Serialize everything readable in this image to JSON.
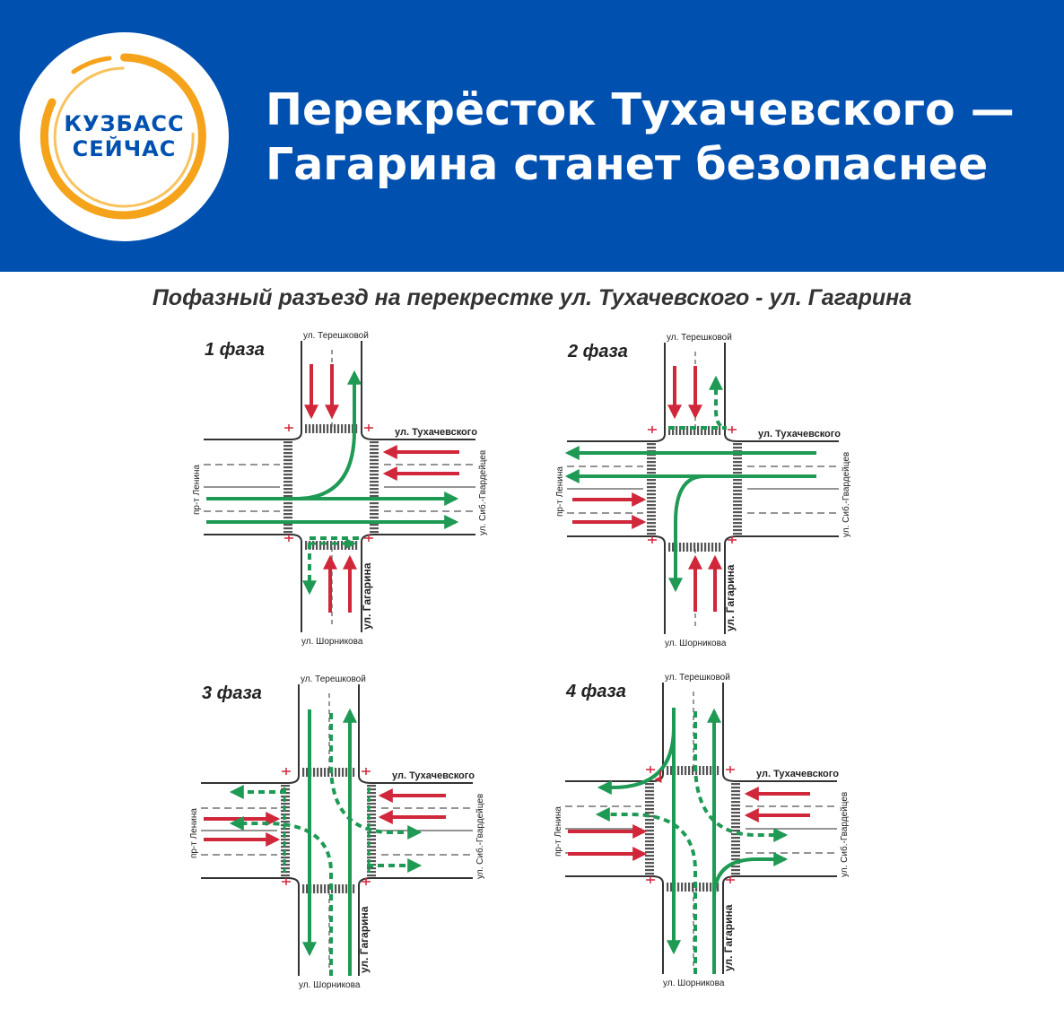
{
  "brand": {
    "line1": "КУЗБАСС",
    "line2": "СЕЙЧАС"
  },
  "headline": {
    "line1": "Перекрёсток Тухачевского —",
    "line2": "Гагарина станет безопаснее"
  },
  "subtitle": "Пофазный разъезд на перекрестке ул. Тухачевского - ул. Гагарина",
  "streets": {
    "north": "ул. Терешковой",
    "east": "ул. Тухачевского",
    "west": "пр-т Ленина",
    "east_vertical": "ул. Сиб.-Гвардейцев",
    "south": "ул. Шорникова",
    "south_vertical": "ул. Гагарина"
  },
  "phases": [
    "1 фаза",
    "2 фаза",
    "3 фаза",
    "4 фаза"
  ],
  "colors": {
    "header": "#0050b0",
    "logo_ring": "#f5a31a",
    "go": "#1f9a55",
    "stop": "#d0273a",
    "road": "#333333"
  }
}
